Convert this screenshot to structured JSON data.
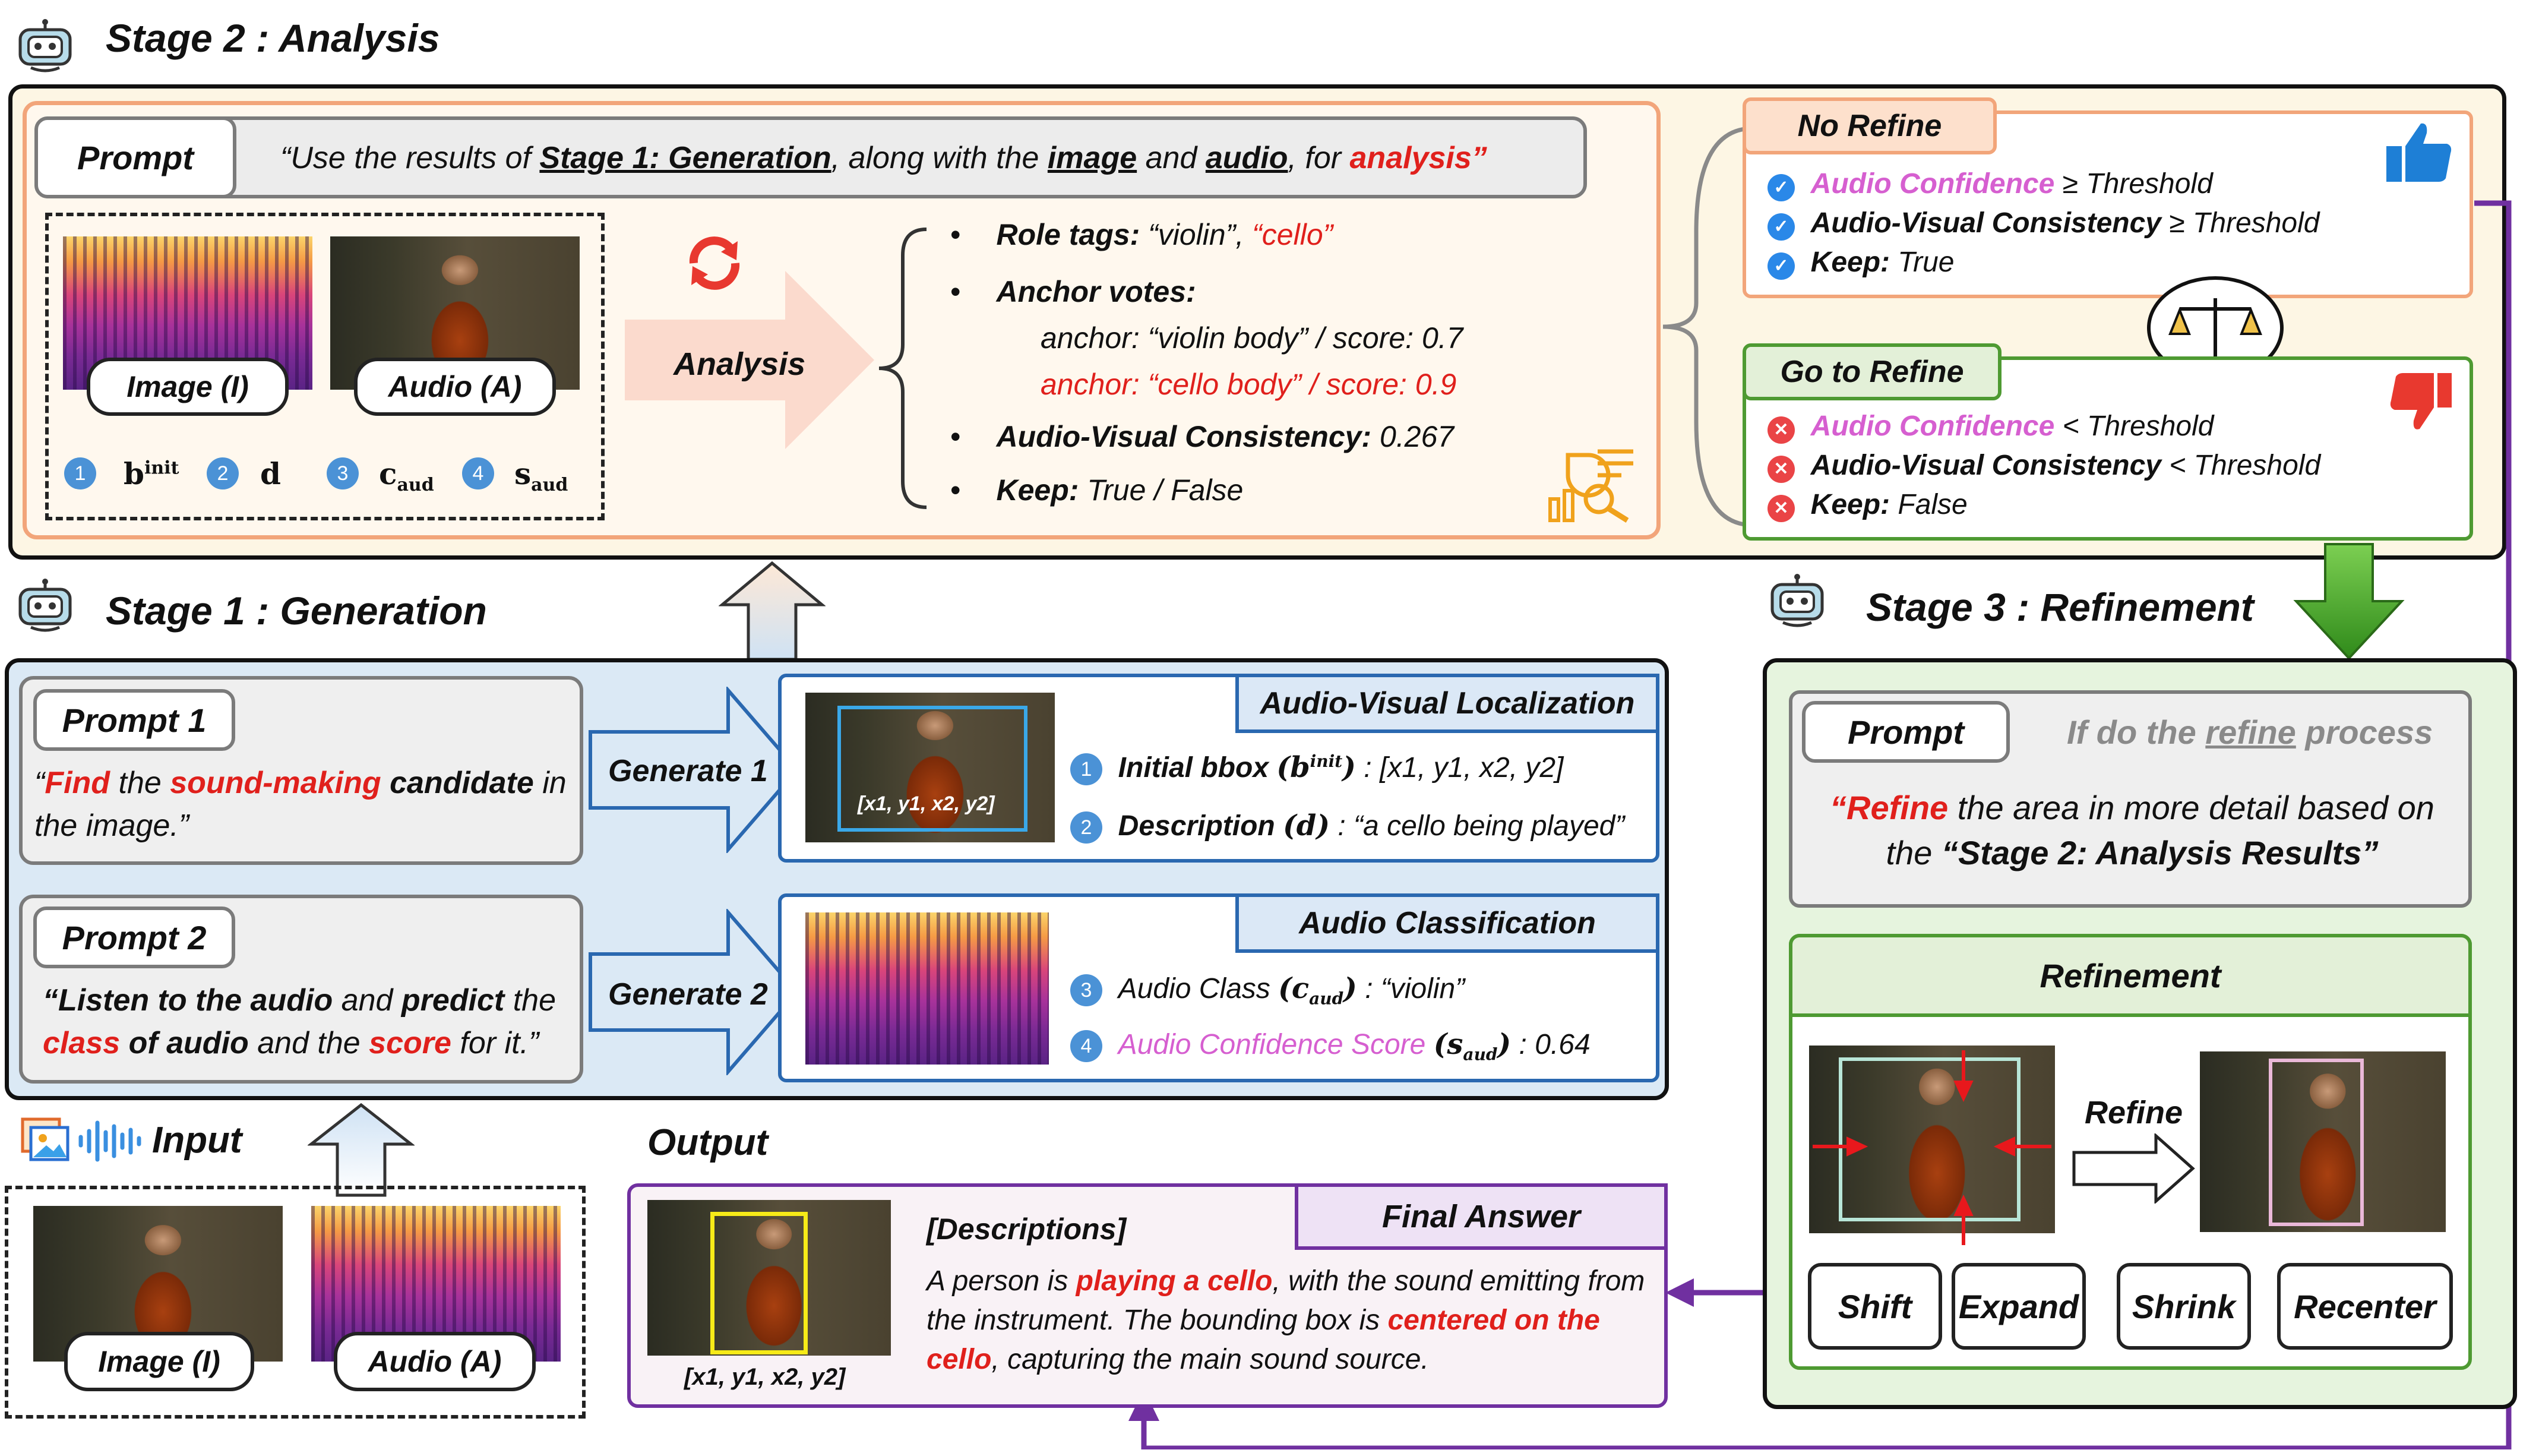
{
  "stage2": {
    "title": "Stage 2 : Analysis",
    "prompt_label": "Prompt",
    "prompt_text": [
      {
        "t": "“Use the results of "
      },
      {
        "t": "Stage 1: Generation",
        "cls": "b u"
      },
      {
        "t": ", along with the "
      },
      {
        "t": "image",
        "cls": "b u"
      },
      {
        "t": " and "
      },
      {
        "t": "audio",
        "cls": "b u"
      },
      {
        "t": ", for "
      },
      {
        "t": "analysis”",
        "cls": "b red"
      }
    ],
    "image_caption": "Image (I)",
    "audio_caption": "Audio (A)",
    "vars": [
      {
        "n": "1",
        "sym": "b",
        "sup": "init",
        "sub": ""
      },
      {
        "n": "2",
        "sym": "d",
        "sup": "",
        "sub": ""
      },
      {
        "n": "3",
        "sym": "c",
        "sup": "",
        "sub": "aud"
      },
      {
        "n": "4",
        "sym": "s",
        "sup": "",
        "sub": "aud"
      }
    ],
    "analysis_label": "Analysis",
    "bullets": {
      "role_key": "Role tags:",
      "role_a": " “violin”, ",
      "role_b": "“cello”",
      "anchor_key": "Anchor votes:",
      "anchor1": "anchor: “violin body” / score: 0.7",
      "anchor2": "anchor: “cello body” / score: 0.9",
      "av_key": "Audio-Visual Consistency:",
      "av_val": " 0.267",
      "keep_key": "Keep:",
      "keep_val": " True / False"
    },
    "no_refine": {
      "title": "No Refine",
      "rows": [
        {
          "key": "Audio Confidence",
          "keycls": "pink",
          "rest": " ≥ Threshold"
        },
        {
          "key": "Audio-Visual Consistency",
          "keycls": "b",
          "rest": " ≥ Threshold"
        },
        {
          "key": "Keep:",
          "keycls": "b",
          "rest": " True"
        }
      ]
    },
    "go_refine": {
      "title": "Go to Refine",
      "rows": [
        {
          "key": "Audio Confidence",
          "keycls": "pink",
          "rest": " <  Threshold"
        },
        {
          "key": "Audio-Visual Consistency",
          "keycls": "b",
          "rest": " < Threshold"
        },
        {
          "key": "Keep:",
          "keycls": "b",
          "rest": " False"
        }
      ]
    }
  },
  "stage1": {
    "title": "Stage 1 : Generation",
    "prompt1_label": "Prompt 1",
    "prompt1_text": [
      {
        "t": "“"
      },
      {
        "t": "Find",
        "cls": "b red"
      },
      {
        "t": "  the  "
      },
      {
        "t": "sound-making",
        "cls": "b red"
      },
      {
        "t": "  "
      },
      {
        "t": "candidate",
        "cls": "b"
      },
      {
        "t": " in the image.”"
      }
    ],
    "prompt2_label": "Prompt 2",
    "prompt2_text": [
      {
        "t": "“Listen to the audio",
        "cls": "b"
      },
      {
        "t": " and "
      },
      {
        "t": "predict",
        "cls": "b"
      },
      {
        "t": " the "
      },
      {
        "t": "class",
        "cls": "b red"
      },
      {
        "t": " of audio",
        "cls": "b"
      },
      {
        "t": " and the "
      },
      {
        "t": "score",
        "cls": "b red"
      },
      {
        "t": " for it.”"
      }
    ],
    "gen1": "Generate 1",
    "gen2": "Generate 2",
    "avl_title": "Audio-Visual Localization",
    "bbox_label": "[x1, y1, x2, y2]",
    "item1_key": "Initial bbox",
    "item1_val": " : [x1, y1, x2, y2]",
    "item2_key": "Description",
    "item2_val": " : “a cello being played”",
    "ac_title": "Audio Classification",
    "item3_key": "Audio Class",
    "item3_val": " : “violin”",
    "item4_key": "Audio Confidence Score",
    "item4_val": " : 0.64"
  },
  "input": {
    "title": "Input",
    "image_caption": "Image (I)",
    "audio_caption": "Audio (A)"
  },
  "output": {
    "title": "Output",
    "bbox_label": "[x1, y1, x2, y2]",
    "final_answer": "Final Answer",
    "desc_title": "[Descriptions]",
    "desc": [
      {
        "t": "A person is "
      },
      {
        "t": "playing a cello",
        "cls": "b red"
      },
      {
        "t": ", with the sound emitting from the instrument. The bounding box is "
      },
      {
        "t": "centered on the cello",
        "cls": "b red"
      },
      {
        "t": ", capturing the main sound source."
      }
    ]
  },
  "stage3": {
    "title": "Stage 3 : Refinement",
    "prompt_label": "Prompt",
    "prompt_hint": [
      {
        "t": "If do the "
      },
      {
        "t": "refine",
        "cls": "u"
      },
      {
        "t": " process"
      }
    ],
    "prompt_text": [
      {
        "t": "“Refine",
        "cls": "b red"
      },
      {
        "t": " the area in more detail based on the "
      },
      {
        "t": "“Stage 2: Analysis Results”",
        "cls": "b"
      }
    ],
    "refinement_title": "Refinement",
    "refine_label": "Refine",
    "buttons": [
      "Shift",
      "Expand",
      "Shrink",
      "Recenter"
    ]
  },
  "colors": {
    "stage1_bg": "#dbe9f5",
    "stage2_bg": "#fdf6e4",
    "stage3_bg": "#e6f4de",
    "output_border": "#7030a0",
    "refine_arrow": "#7030a0"
  }
}
